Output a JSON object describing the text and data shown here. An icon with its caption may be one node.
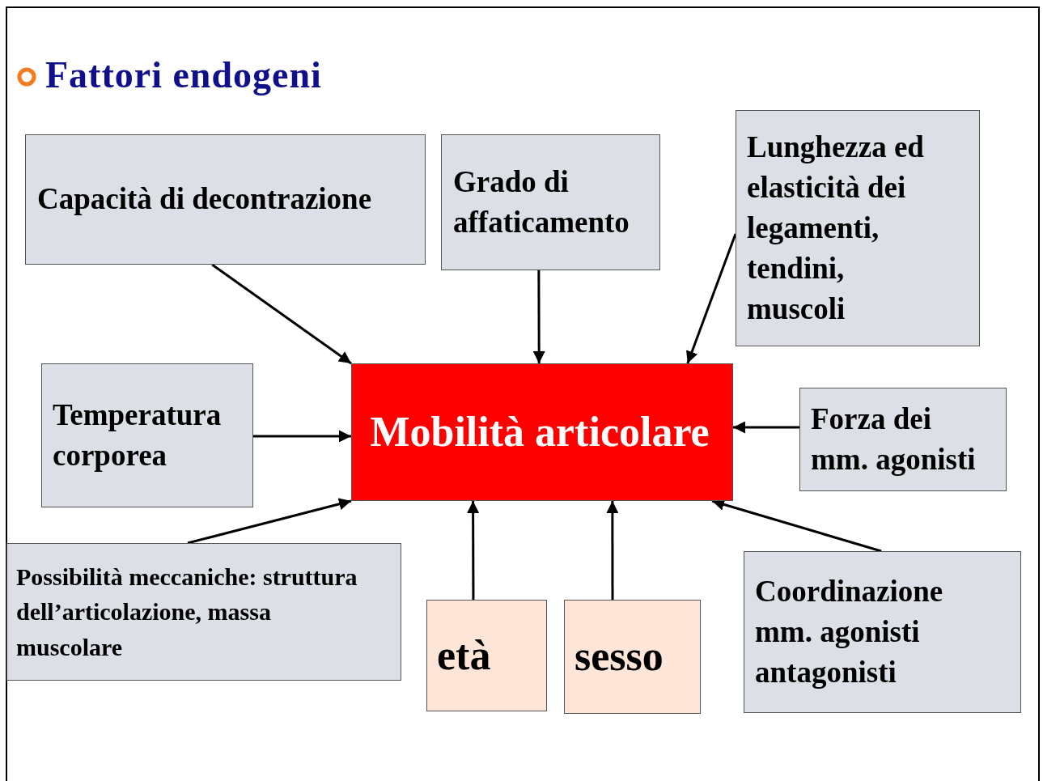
{
  "diagram": {
    "title": "Fattori endogeni",
    "nodes": [
      {
        "text": [
          "Capacità di decontrazione"
        ]
      },
      {
        "text": [
          "Grado di affaticamento"
        ]
      },
      {
        "text": [
          "Lunghezza ed elasticità dei legamenti, tendini, muscoli"
        ]
      },
      {
        "text": [
          "Temperatura corporea"
        ]
      },
      {
        "text": [
          "Mobilità articolare"
        ]
      },
      {
        "text": [
          "Forza dei mm. agonisti"
        ]
      },
      {
        "text": [
          "Possibilità meccaniche: struttura dell’articolazione, massa muscolare"
        ]
      },
      {
        "text": [
          "età"
        ]
      },
      {
        "text": [
          "sesso"
        ]
      },
      {
        "text": [
          "Coordinazione mm. agonisti antagonisti"
        ]
      }
    ],
    "edges": [
      {
        "from": 0,
        "to": 4,
        "arrow": "to"
      },
      {
        "from": 1,
        "to": 4,
        "arrow": "to"
      },
      {
        "from": 2,
        "to": 4,
        "arrow": "to"
      },
      {
        "from": 3,
        "to": 4,
        "arrow": "to"
      },
      {
        "from": 5,
        "to": 4,
        "arrow": "to"
      },
      {
        "from": 6,
        "to": 4,
        "arrow": "to"
      },
      {
        "from": 7,
        "to": 4,
        "arrow": "to"
      },
      {
        "from": 8,
        "to": 4,
        "arrow": "to"
      },
      {
        "from": 9,
        "to": 4,
        "arrow": "to"
      }
    ]
  }
}
